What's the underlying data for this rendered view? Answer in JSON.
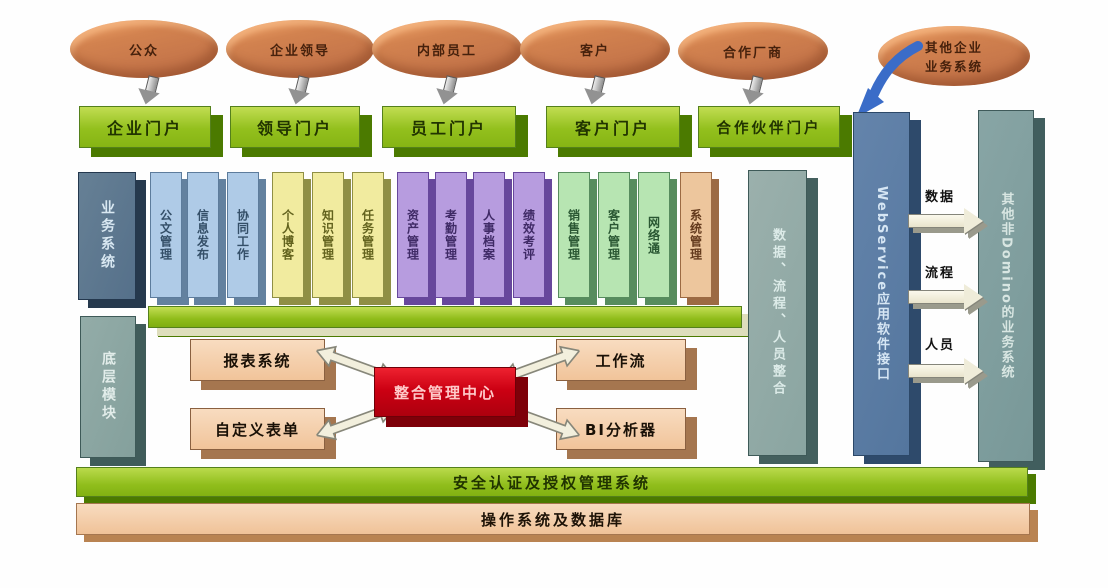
{
  "colors": {
    "portal_green": "#93c01d",
    "portal_side_green": "#4b7a00",
    "ellipse_orange": "#c97a4e",
    "slate_blue": "#5d7489",
    "teal_gray": "#8ba8a4",
    "webservice_blue": "#5b7ca3",
    "column_blue": "#afcbe7",
    "column_yellow": "#f1eb9f",
    "column_purple": "#b79cdf",
    "column_green": "#b7e5b2",
    "column_tan": "#edc69d",
    "box_salmon": "#f4cba4",
    "hub_red": "#cc0013",
    "bottom_salmon": "#f0c298",
    "blue_arrow": "#3a6cc8"
  },
  "actors": [
    "公众",
    "企业领导",
    "内部员工",
    "客户",
    "合作厂商"
  ],
  "external_system": {
    "line1": "其他企业",
    "line2": "业务系统"
  },
  "portals": [
    "企业门户",
    "领导门户",
    "员工门户",
    "客户门户",
    "合作伙伴门户"
  ],
  "left_bars": {
    "business_system": "业务系统",
    "base_modules": "底层模块"
  },
  "modules": [
    "公文管理",
    "信息发布",
    "协同工作",
    "个人博客",
    "知识管理",
    "任务管理",
    "资产管理",
    "考勤管理",
    "人事档案",
    "绩效考评",
    "销售管理",
    "客户管理",
    "网络通",
    "系统管理"
  ],
  "right_bars": {
    "integration": "数据、流程、人员整合",
    "webservice": "WebService应用软件接口",
    "other_systems": "其他非Domino的业务系统"
  },
  "flows": [
    "数据",
    "流程",
    "人员"
  ],
  "center": {
    "hub": "整合管理中心",
    "report_system": "报表系统",
    "custom_form": "自定义表单",
    "workflow": "工作流",
    "bi_analyzer": "BI分析器"
  },
  "bottom_bars": {
    "security": "安全认证及授权管理系统",
    "os_db": "操作系统及数据库"
  }
}
